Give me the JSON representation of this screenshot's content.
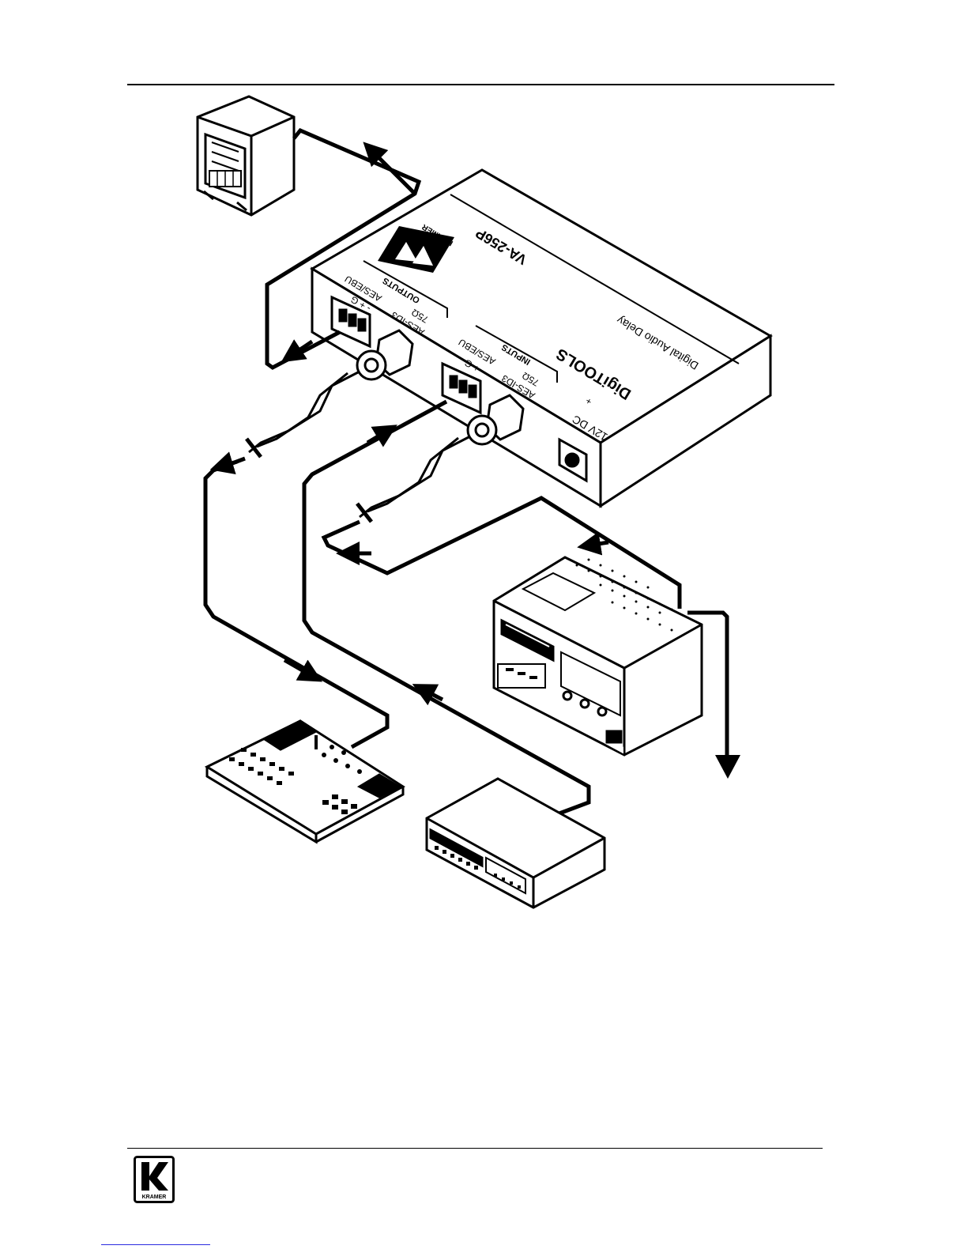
{
  "device": {
    "model": "VA-256P",
    "brand_logo": "KRAMER",
    "product_line": "DigiTOOLS",
    "trademark": "®",
    "description": "Digital Audio Delay",
    "power_label": "12V DC",
    "power_polarity": "+",
    "outputs": {
      "title": "OUTPUTS",
      "line1": "75Ω",
      "line2": "AES-ID3",
      "line3": "AES/EBU",
      "line4": "- + G"
    },
    "inputs": {
      "title": "INPUTS",
      "line1": "75Ω",
      "line2": "AES-ID3",
      "line3": "AES/EBU",
      "line4": "- + G"
    }
  },
  "footer": {
    "logo_text": "KRAMER"
  },
  "colors": {
    "line": "#000000",
    "background": "#ffffff",
    "link_underline": "#2a2adf"
  }
}
